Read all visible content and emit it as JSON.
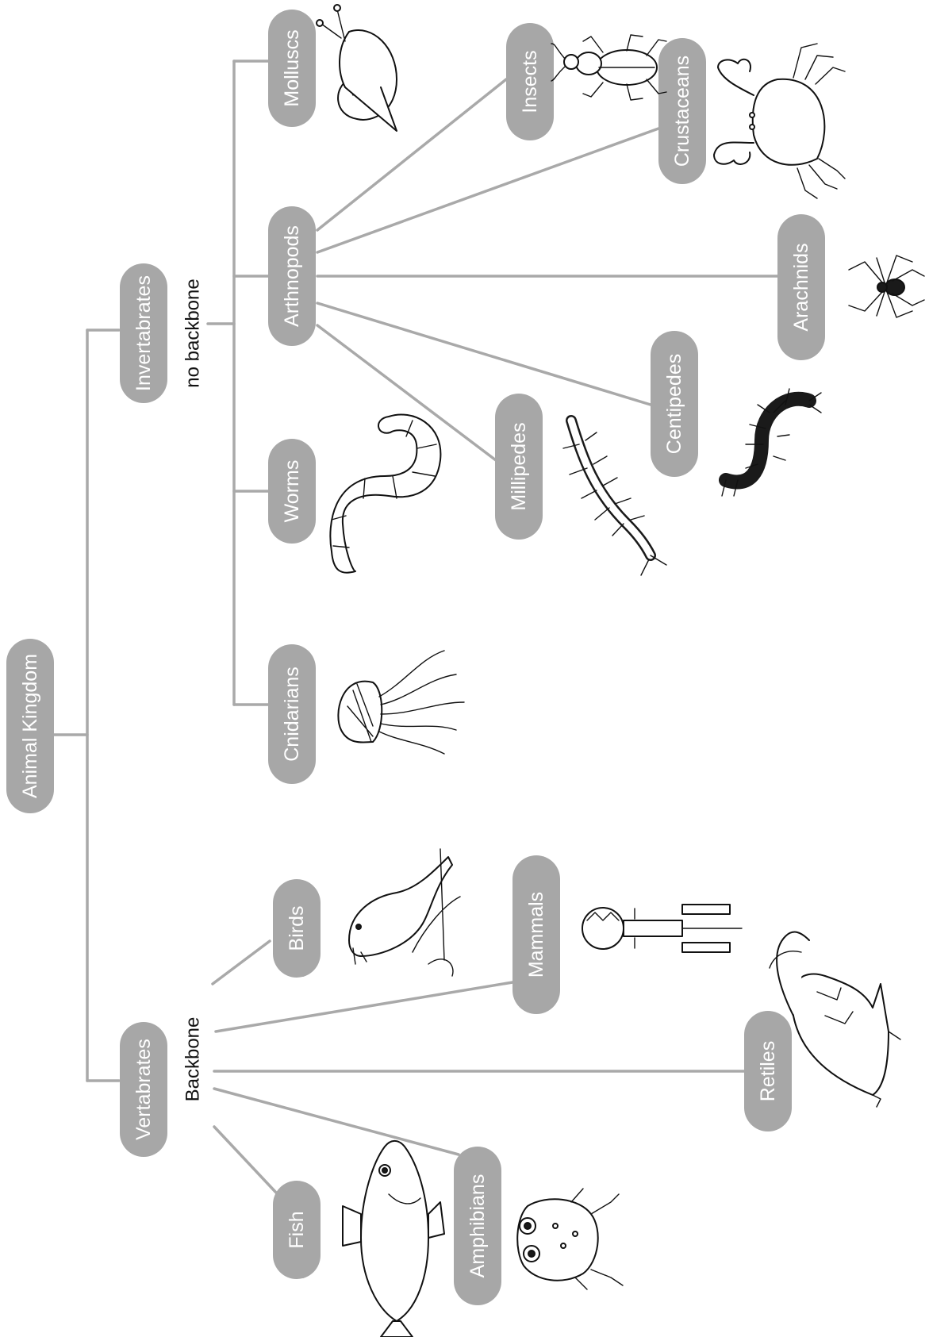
{
  "diagram": {
    "root": "Animal Kingdom",
    "vertebrates": {
      "label": "Vertabrates",
      "note": "Backbone"
    },
    "invertebrates": {
      "label": "Invertabrates",
      "note": "no backbone"
    },
    "nodes": {
      "fish": "Fish",
      "amphibians": "Amphibians",
      "retiles": "Retiles",
      "mammals": "Mammals",
      "birds": "Birds",
      "cnidarians": "Cnidarians",
      "worms": "Worms",
      "arthnopods": "Arthnopods",
      "molluscs": "Molluscs",
      "millipedes": "Millipedes",
      "centipedes": "Centipedes",
      "arachnids": "Arachnids",
      "crustaceans": "Crustaceans",
      "insects": "Insects"
    },
    "illustrations": [
      "fish-illustration",
      "frog-illustration",
      "crocodile-illustration",
      "person-illustration",
      "bird-illustration",
      "jellyfish-illustration",
      "worm-illustration",
      "millipede-illustration",
      "centipede-illustration",
      "spider-illustration",
      "crab-illustration",
      "beetle-illustration",
      "snail-illustration"
    ],
    "colors": {
      "node_fill": "#a7a7a7",
      "node_text": "#ffffff",
      "connector": "#a9a9a9"
    }
  }
}
